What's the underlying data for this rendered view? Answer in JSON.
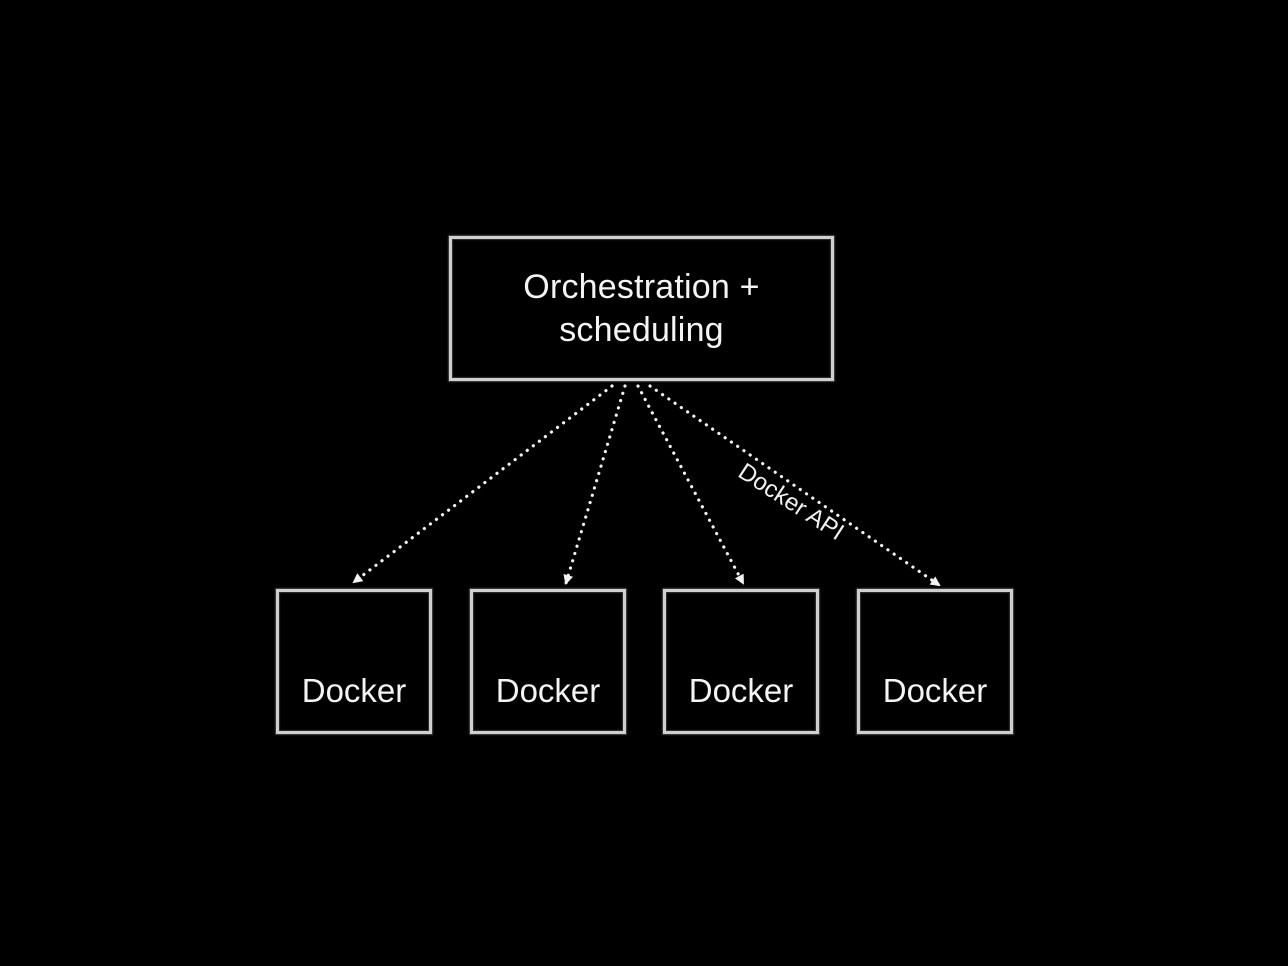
{
  "diagram": {
    "orchestrator": {
      "line1": "Orchestration +",
      "line2": "scheduling"
    },
    "edge_label": "Docker API",
    "nodes": [
      {
        "label": "Docker"
      },
      {
        "label": "Docker"
      },
      {
        "label": "Docker"
      },
      {
        "label": "Docker"
      }
    ]
  },
  "colors": {
    "background": "#000000",
    "foreground": "#f2f2f2",
    "box_border": "#cfcfcf"
  }
}
